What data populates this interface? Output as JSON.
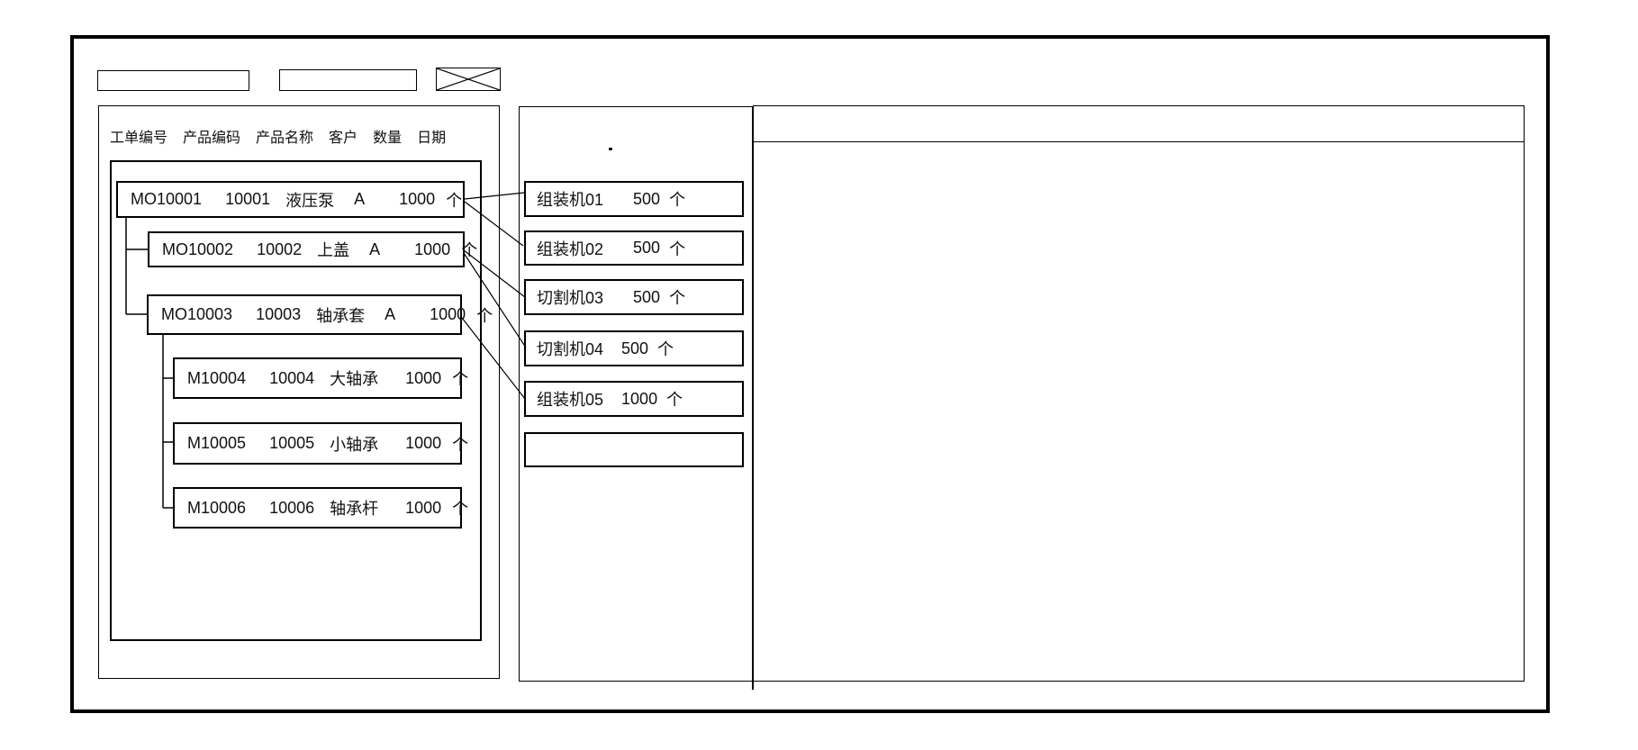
{
  "toolbar": {
    "field1_value": "",
    "field2_value": ""
  },
  "left_panel": {
    "columns": [
      "工单编号",
      "产品编码",
      "产品名称",
      "客户",
      "数量",
      "日期"
    ],
    "orders": [
      {
        "id": "MO10001",
        "code": "10001",
        "name": "液压泵",
        "customer": "A",
        "qty": "1000",
        "unit": "个"
      },
      {
        "id": "MO10002",
        "code": "10002",
        "name": "上盖",
        "customer": "A",
        "qty": "1000",
        "unit": "个"
      },
      {
        "id": "MO10003",
        "code": "10003",
        "name": "轴承套",
        "customer": "A",
        "qty": "1000",
        "unit": "个"
      },
      {
        "id": "M10004",
        "code": "10004",
        "name": "大轴承",
        "qty": "1000",
        "unit": "个"
      },
      {
        "id": "M10005",
        "code": "10005",
        "name": "小轴承",
        "qty": "1000",
        "unit": "个"
      },
      {
        "id": "M10006",
        "code": "10006",
        "name": "轴承杆",
        "qty": "1000",
        "unit": "个"
      }
    ]
  },
  "machine_panel": {
    "machines": [
      {
        "name": "组装机01",
        "qty": "500",
        "unit": "个"
      },
      {
        "name": "组装机02",
        "qty": "500",
        "unit": "个"
      },
      {
        "name": "切割机03",
        "qty": "500",
        "unit": "个"
      },
      {
        "name": "切割机04",
        "qty": "500",
        "unit": "个"
      },
      {
        "name": "组装机05",
        "qty": "1000",
        "unit": "个"
      },
      {
        "name": "",
        "qty": "",
        "unit": ""
      }
    ]
  },
  "colors": {
    "line": "#000000",
    "background": "#ffffff"
  }
}
